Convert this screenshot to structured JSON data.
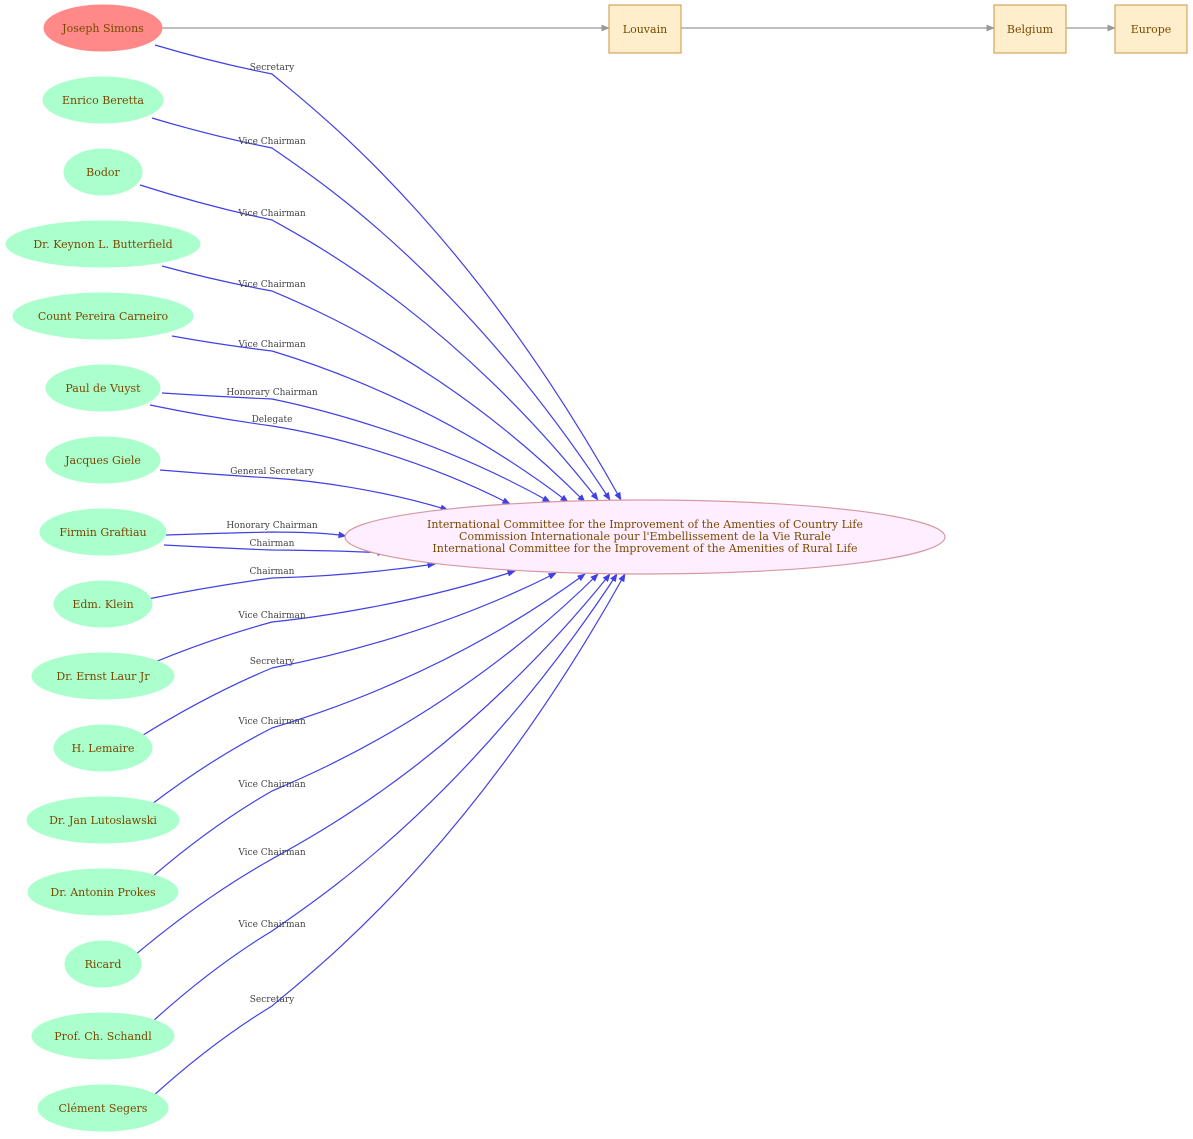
{
  "colors": {
    "person_fill": "#aaffcc",
    "highlight_fill": "#ff8888",
    "place_fill": "#ffeecc",
    "place_stroke": "#d4a55a",
    "org_fill": "#ffeeff",
    "org_stroke": "#d69aa0",
    "edge_blue": "#4040e6",
    "edge_gray": "#999999",
    "text": "#7a4a00",
    "label_text": "#444444"
  },
  "organization": {
    "lines": [
      "International Committee for the Improvement of the Amenties of Country Life",
      "Commission Internationale pour l'Embellissement de la Vie Rurale",
      "International Committee for the Improvement of the Amenities of Rural Life"
    ]
  },
  "highlight_person": {
    "name": "Joseph Simons",
    "role": "Secretary"
  },
  "places": [
    "Louvain",
    "Belgium",
    "Europe"
  ],
  "people": [
    {
      "name": "Enrico Beretta",
      "roles": [
        "Vice Chairman"
      ]
    },
    {
      "name": "Bodor",
      "roles": [
        "Vice Chairman"
      ]
    },
    {
      "name": "Dr. Keynon L. Butterfield",
      "roles": [
        "Vice Chairman"
      ]
    },
    {
      "name": "Count Pereira Carneiro",
      "roles": [
        "Vice Chairman"
      ]
    },
    {
      "name": "Paul de Vuyst",
      "roles": [
        "Honorary Chairman",
        "Delegate"
      ]
    },
    {
      "name": "Jacques Giele",
      "roles": [
        "General Secretary"
      ]
    },
    {
      "name": "Firmin Graftiau",
      "roles": [
        "Honorary Chairman",
        "Chairman"
      ]
    },
    {
      "name": "Edm. Klein",
      "roles": [
        "Chairman"
      ]
    },
    {
      "name": "Dr. Ernst  Laur Jr",
      "roles": [
        "Vice Chairman"
      ]
    },
    {
      "name": "H. Lemaire",
      "roles": [
        "Secretary"
      ]
    },
    {
      "name": "Dr. Jan Lutoslawski",
      "roles": [
        "Vice Chairman"
      ]
    },
    {
      "name": "Dr. Antonin Prokes",
      "roles": [
        "Vice Chairman"
      ]
    },
    {
      "name": "Ricard",
      "roles": [
        "Vice Chairman"
      ]
    },
    {
      "name": "Prof. Ch. Schandl",
      "roles": [
        "Vice Chairman"
      ]
    },
    {
      "name": "Clément Segers",
      "roles": [
        "Secretary"
      ]
    }
  ]
}
